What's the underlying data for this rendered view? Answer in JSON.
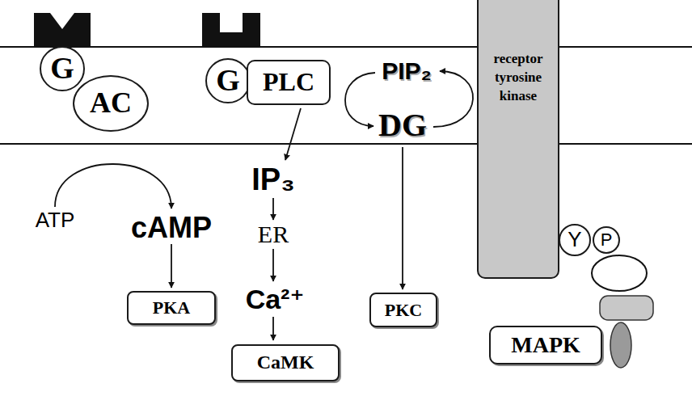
{
  "diagram": {
    "nodes": [
      {
        "text": [
          "G"
        ]
      },
      {
        "text": [
          "AC"
        ]
      },
      {
        "text": [
          "G"
        ]
      },
      {
        "text": [
          "PLC"
        ]
      },
      {
        "text": [
          "receptor tyrosine kinase"
        ]
      },
      {
        "text": [
          "PKA"
        ]
      },
      {
        "text": [
          "CaMK"
        ]
      },
      {
        "text": [
          "PKC"
        ]
      },
      {
        "text": [
          "Y"
        ]
      },
      {
        "text": [
          "P"
        ]
      },
      {
        "text": [
          "MAPK"
        ]
      }
    ],
    "labels": [
      "PIP₂",
      "DG",
      "ATP",
      "cAMP",
      "IP₃",
      "ER",
      "Ca²⁺"
    ]
  }
}
